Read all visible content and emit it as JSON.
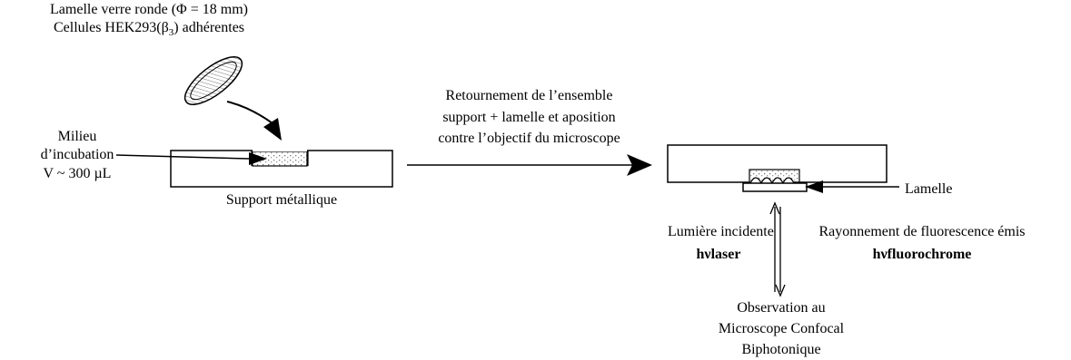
{
  "left_setup": {
    "coverslip_title": "Lamelle verre ronde (Φ = 18 mm)",
    "cells_prefix": "Cellules HEK293(",
    "cells_symbol": "β",
    "cells_subscript": "3",
    "cells_suffix": ") adhérentes",
    "medium_line1": "Milieu",
    "medium_line2": "d’incubation",
    "medium_line3": "V ~ 300 µL",
    "support_label": "Support métallique"
  },
  "transfer_step": {
    "line1": "Retournement de l’ensemble",
    "line2": "support + lamelle et aposition",
    "line3": "contre l’objectif du microscope"
  },
  "right_setup": {
    "coverslip_label": "Lamelle",
    "incident_line1": "Lumière incidente",
    "incident_line2": "hνlaser",
    "emission_line1": "Rayonnement de fluorescence émis",
    "emission_line2": "hνfluorochrome",
    "observation_line1": "Observation au",
    "observation_line2": "Microscope Confocal",
    "observation_line3": "Biphotonique"
  }
}
